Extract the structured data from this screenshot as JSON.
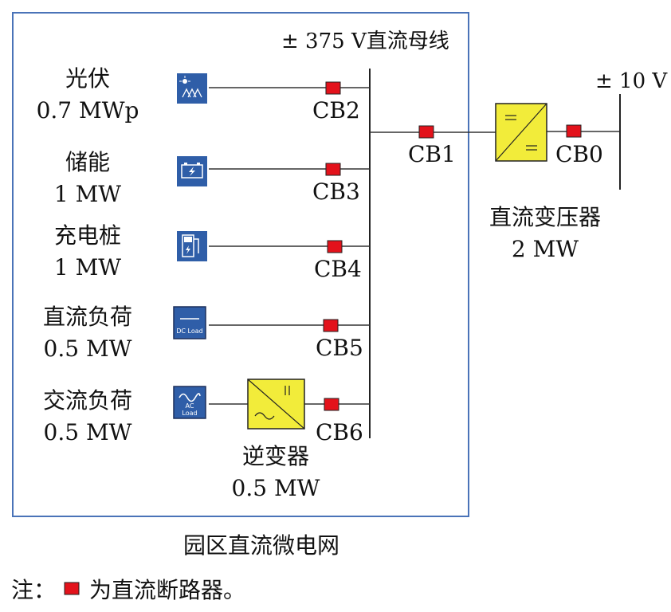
{
  "bus_label": "± 375 V直流母线",
  "grid_label": "± 10 V",
  "sources": [
    {
      "name": "光伏",
      "rating": "0.7 MWp",
      "breaker": "CB2",
      "icon": "solar-panel-icon"
    },
    {
      "name": "储能",
      "rating": "1 MW",
      "breaker": "CB3",
      "icon": "battery-icon"
    },
    {
      "name": "充电桩",
      "rating": "1 MW",
      "breaker": "CB4",
      "icon": "charging-pile-icon"
    },
    {
      "name": "直流负荷",
      "rating": "0.5 MW",
      "breaker": "CB5",
      "icon": "dc-load-icon",
      "icon_text": "DC Load"
    },
    {
      "name": "交流负荷",
      "rating": "0.5 MW",
      "breaker": "CB6",
      "icon": "ac-load-icon",
      "icon_text_1": "AC",
      "icon_text_2": "Load"
    }
  ],
  "inverter": {
    "name": "逆变器",
    "rating": "0.5 MW"
  },
  "cb1": "CB1",
  "cb0": "CB0",
  "dc_transformer": {
    "name": "直流变压器",
    "rating": "2 MW"
  },
  "microgrid_caption": "园区直流微电网",
  "note": {
    "prefix": "注：",
    "text": "为直流断路器。"
  },
  "colors": {
    "frame": "#4a73b8",
    "icon_bg": "#2f5ea8",
    "breaker": "#e3121b",
    "converter": "#f2ec3a",
    "line": "#333333"
  }
}
